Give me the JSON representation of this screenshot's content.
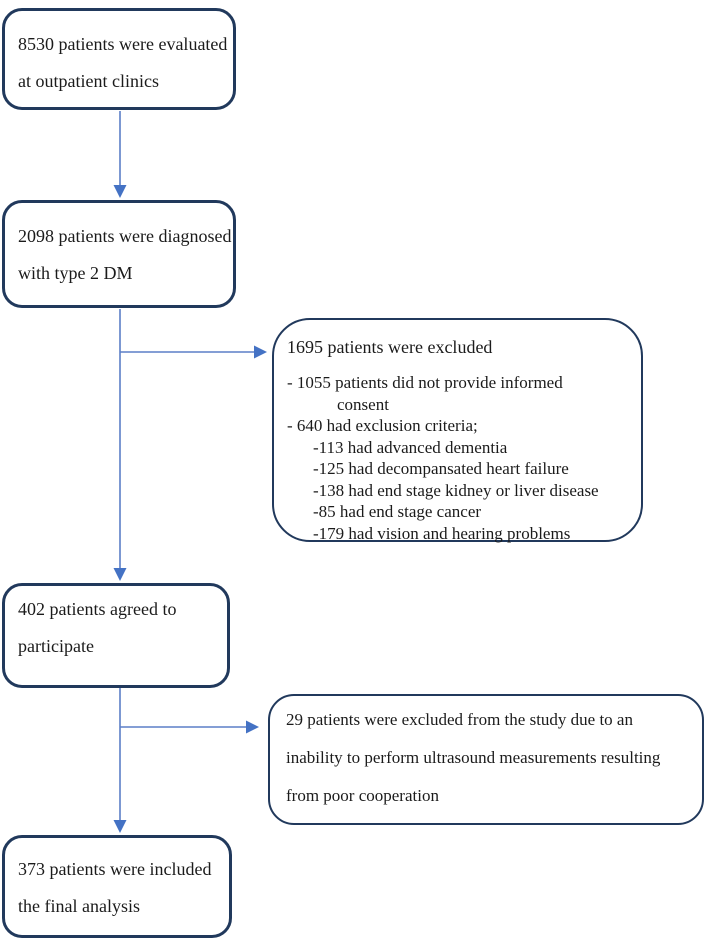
{
  "diagram": {
    "type": "patient-flow-chart",
    "colors": {
      "box_border": "#21395c",
      "arrow_line": "#5b7fc7",
      "arrow_head": "#4472c4",
      "text": "#1b1b1b",
      "background": "#ffffff"
    },
    "boxes": {
      "evaluated": {
        "lines": [
          "8530 patients were evaluated",
          "at outpatient clinics"
        ]
      },
      "diagnosed": {
        "lines": [
          "2098 patients were diagnosed",
          "with type 2 DM"
        ]
      },
      "excluded_consent": {
        "title": "1695 patients were excluded",
        "items": [
          "- 1055 patients did not provide informed",
          "consent",
          "- 640 had exclusion criteria;",
          "-113 had advanced dementia",
          "-125 had decompansated heart failure",
          "-138 had end stage kidney or liver disease",
          "-85 had end stage cancer",
          "-179 had vision and hearing problems"
        ]
      },
      "agreed": {
        "lines": [
          "402 patients agreed to",
          "participate"
        ]
      },
      "excluded_ultrasound": {
        "lines": [
          "29 patients were excluded from the study due to an",
          "inability to perform ultrasound measurements resulting",
          "from poor cooperation"
        ]
      },
      "final": {
        "lines": [
          "373 patients were included",
          "the final analysis"
        ]
      }
    }
  }
}
